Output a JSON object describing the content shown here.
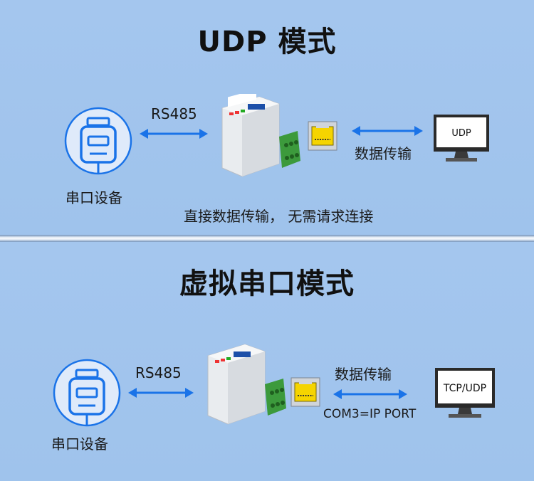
{
  "udp_mode": {
    "title": "UDP 模式",
    "device_label": "串口设备",
    "link_left_label": "RS485",
    "link_right_label": "数据传输",
    "monitor_label": "UDP",
    "caption": "直接数据传输， 无需请求连接"
  },
  "virtual_serial_mode": {
    "title": "虚拟串口模式",
    "device_label": "串口设备",
    "link_left_label": "RS485",
    "link_right_label": "数据传输",
    "link_right_sublabel": "COM3=IP PORT",
    "monitor_label": "TCP/UDP"
  },
  "colors": {
    "arrow": "#1a73e8",
    "icon_ring": "#1a73e8",
    "terminal": "#3c9a3c"
  },
  "icons": [
    "serial-port-icon",
    "double-arrow-icon",
    "converter-device-icon",
    "ethernet-port-icon",
    "monitor-icon"
  ]
}
